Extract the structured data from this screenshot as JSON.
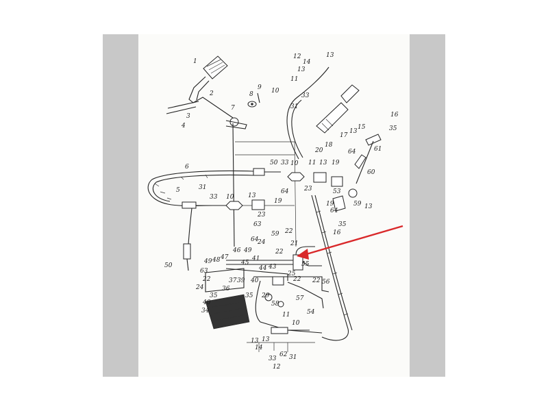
{
  "diagram": {
    "labels": [
      {
        "id": "p1",
        "text": "1"
      },
      {
        "id": "p2",
        "text": "2"
      },
      {
        "id": "p3",
        "text": "3"
      },
      {
        "id": "p4",
        "text": "4"
      },
      {
        "id": "p5",
        "text": "5"
      },
      {
        "id": "p6",
        "text": "6"
      },
      {
        "id": "p7",
        "text": "7"
      },
      {
        "id": "p8",
        "text": "8"
      },
      {
        "id": "p9",
        "text": "9"
      },
      {
        "id": "p10a",
        "text": "10"
      },
      {
        "id": "p12a",
        "text": "12"
      },
      {
        "id": "p13a",
        "text": "13"
      },
      {
        "id": "p14a",
        "text": "14"
      },
      {
        "id": "p13b",
        "text": "13"
      },
      {
        "id": "p11a",
        "text": "11"
      },
      {
        "id": "p33a",
        "text": "33"
      },
      {
        "id": "p31a",
        "text": "31"
      },
      {
        "id": "p15",
        "text": "15"
      },
      {
        "id": "p13c",
        "text": "13"
      },
      {
        "id": "p17",
        "text": "17"
      },
      {
        "id": "p18",
        "text": "18"
      },
      {
        "id": "p20",
        "text": "20"
      },
      {
        "id": "p16a",
        "text": "16"
      },
      {
        "id": "p35a",
        "text": "35"
      },
      {
        "id": "p61",
        "text": "61"
      },
      {
        "id": "p60",
        "text": "60"
      },
      {
        "id": "p64a",
        "text": "64"
      },
      {
        "id": "p19a",
        "text": "19"
      },
      {
        "id": "p50a",
        "text": "50"
      },
      {
        "id": "p33b",
        "text": "33"
      },
      {
        "id": "p10b",
        "text": "10"
      },
      {
        "id": "p11b",
        "text": "11"
      },
      {
        "id": "p13d",
        "text": "13"
      },
      {
        "id": "p23a",
        "text": "23"
      },
      {
        "id": "p31b",
        "text": "31"
      },
      {
        "id": "p64b",
        "text": "64"
      },
      {
        "id": "p19b",
        "text": "19"
      },
      {
        "id": "p33c",
        "text": "33"
      },
      {
        "id": "p10c",
        "text": "10"
      },
      {
        "id": "p13e",
        "text": "13"
      },
      {
        "id": "p23b",
        "text": "23"
      },
      {
        "id": "p53",
        "text": "53"
      },
      {
        "id": "p59",
        "text": "59"
      },
      {
        "id": "p13f",
        "text": "13"
      },
      {
        "id": "p19c",
        "text": "19"
      },
      {
        "id": "p64c",
        "text": "64"
      },
      {
        "id": "p35b",
        "text": "35"
      },
      {
        "id": "p16b",
        "text": "16"
      },
      {
        "id": "p63a",
        "text": "63"
      },
      {
        "id": "p64d",
        "text": "64"
      },
      {
        "id": "p22a",
        "text": "22"
      },
      {
        "id": "p59b",
        "text": "59"
      },
      {
        "id": "p24a",
        "text": "24"
      },
      {
        "id": "p22b",
        "text": "22"
      },
      {
        "id": "p21",
        "text": "21"
      },
      {
        "id": "p50b",
        "text": "50"
      },
      {
        "id": "p49a",
        "text": "49"
      },
      {
        "id": "p48",
        "text": "48"
      },
      {
        "id": "p47",
        "text": "47"
      },
      {
        "id": "p46",
        "text": "46"
      },
      {
        "id": "p45",
        "text": "45"
      },
      {
        "id": "p49b",
        "text": "49"
      },
      {
        "id": "p41",
        "text": "41"
      },
      {
        "id": "p44",
        "text": "44"
      },
      {
        "id": "p43",
        "text": "43"
      },
      {
        "id": "p55",
        "text": "55"
      },
      {
        "id": "p63b",
        "text": "63"
      },
      {
        "id": "p22c",
        "text": "22"
      },
      {
        "id": "p37",
        "text": "37"
      },
      {
        "id": "p39",
        "text": "39"
      },
      {
        "id": "p40a",
        "text": "40"
      },
      {
        "id": "p24b",
        "text": "24"
      },
      {
        "id": "p36",
        "text": "36"
      },
      {
        "id": "p35c",
        "text": "35"
      },
      {
        "id": "p25",
        "text": "25"
      },
      {
        "id": "p22d",
        "text": "22"
      },
      {
        "id": "p22e",
        "text": "22"
      },
      {
        "id": "p56",
        "text": "56"
      },
      {
        "id": "p57",
        "text": "57"
      },
      {
        "id": "p29",
        "text": "29"
      },
      {
        "id": "p58",
        "text": "58"
      },
      {
        "id": "p54",
        "text": "54"
      },
      {
        "id": "p35d",
        "text": "35"
      },
      {
        "id": "p40b",
        "text": "40"
      },
      {
        "id": "p34",
        "text": "34"
      },
      {
        "id": "p11c",
        "text": "11"
      },
      {
        "id": "p10d",
        "text": "10"
      },
      {
        "id": "p13g",
        "text": "13"
      },
      {
        "id": "p14b",
        "text": "14"
      },
      {
        "id": "p13h",
        "text": "13"
      },
      {
        "id": "p33d",
        "text": "33"
      },
      {
        "id": "p62",
        "text": "62"
      },
      {
        "id": "p31c",
        "text": "31"
      },
      {
        "id": "p12b",
        "text": "12"
      }
    ]
  },
  "colors": {
    "page_bg": "#ffffff",
    "side_bars": "#c8c8c8",
    "drawing_bg": "#fbfbf9",
    "ink": "#222222",
    "arrow": "#d9282a"
  }
}
